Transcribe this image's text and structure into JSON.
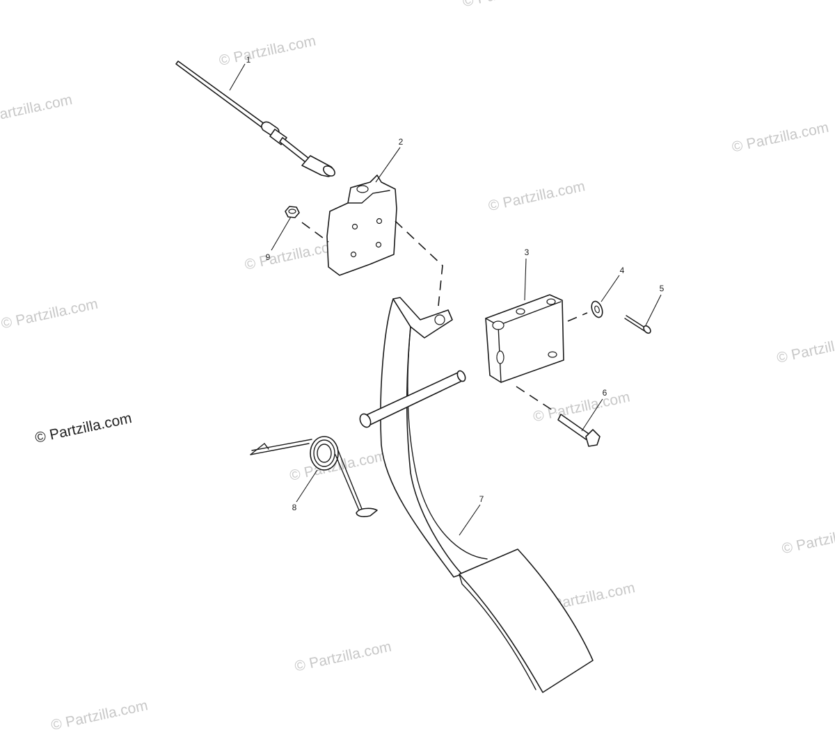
{
  "watermark": {
    "text": "© Partzilla.com",
    "primary_text": "© Partzilla.com",
    "color": "#c8c8c8",
    "primary_color": "#222222"
  },
  "callouts": [
    "1",
    "2",
    "3",
    "4",
    "5",
    "6",
    "7",
    "8",
    "9"
  ],
  "colors": {
    "line": "#1a1a1a",
    "background": "#ffffff"
  }
}
